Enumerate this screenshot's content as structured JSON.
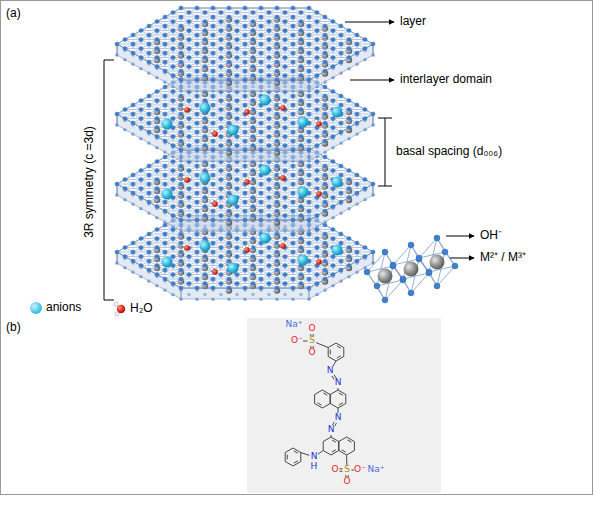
{
  "diagram": {
    "labels": [
      "(a)",
      "layer",
      "interlayer domain",
      "basal spacing (d₀₀₆)",
      "3R symmetry (c =3d)",
      "OH⁻",
      "M²⁺ / M³⁺",
      "(b)",
      "Na⁺",
      "O",
      "O⁻",
      "S",
      "O",
      "N",
      "N",
      "N",
      "N",
      "N",
      "H",
      "S",
      "O",
      "O",
      "O⁻",
      "Na⁺"
    ],
    "legend": [
      {
        "text": "anions",
        "color": "#3cc3e6"
      },
      {
        "text": "H₂O"
      }
    ]
  }
}
